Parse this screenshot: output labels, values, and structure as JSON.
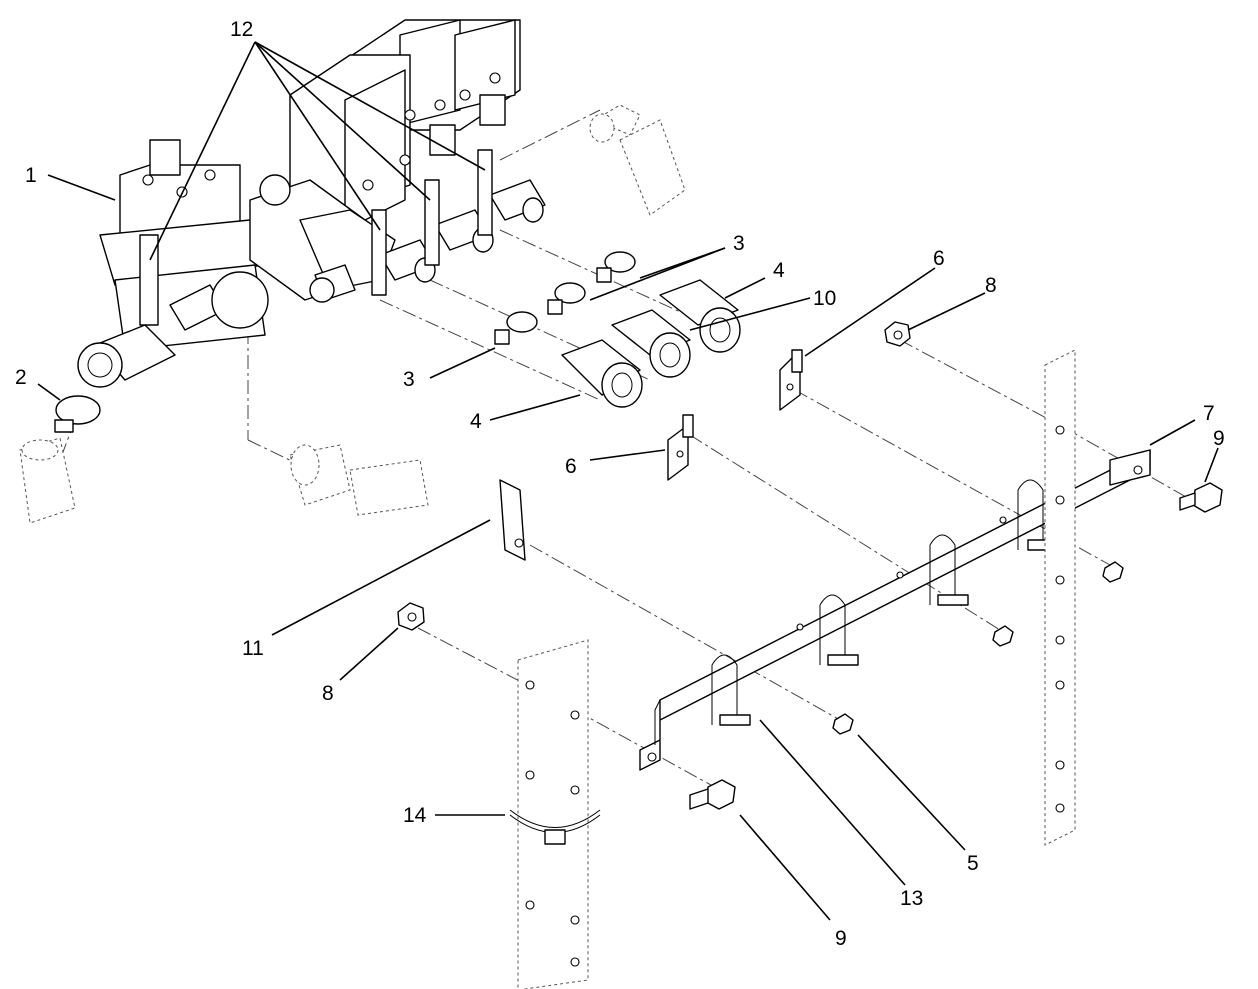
{
  "callouts": {
    "c1": "1",
    "c2": "2",
    "c3a": "3",
    "c3b": "3",
    "c4a": "4",
    "c4b": "4",
    "c5": "5",
    "c6a": "6",
    "c6b": "6",
    "c7": "7",
    "c8a": "8",
    "c8b": "8",
    "c9a": "9",
    "c9b": "9",
    "c10": "10",
    "c11": "11",
    "c12": "12",
    "c13": "13",
    "c14": "14"
  }
}
